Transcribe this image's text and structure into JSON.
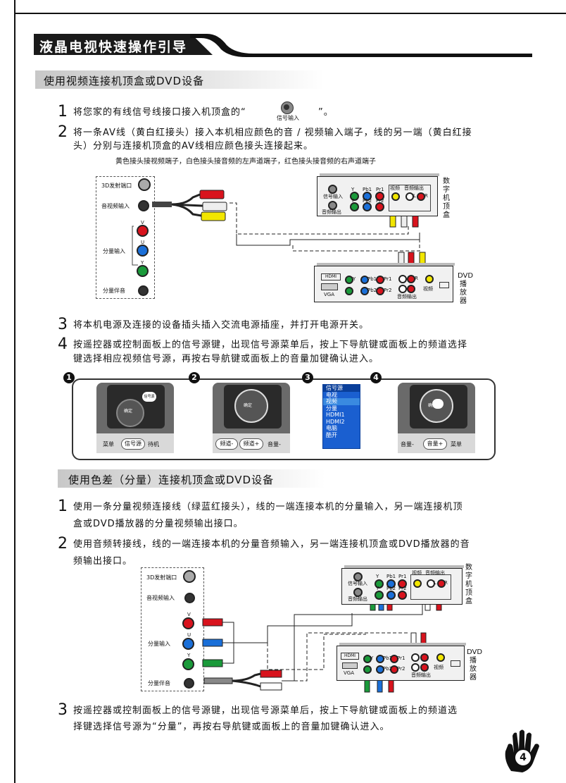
{
  "header": {
    "title": "液晶电视快速操作引导"
  },
  "section1": {
    "title": "使用视频连接机顶盒或DVD设备",
    "steps": [
      {
        "num": "1",
        "text": "将您家的有线信号线接口接入机顶盒的“",
        "text_end": "”。",
        "icon_label": "信号输入"
      },
      {
        "num": "2",
        "line1": "将一条AV线（黄白红接头）接入本机相应颜色的音 / 视频输入端子，线的另一端（黄白红接",
        "line2": "头）分别与连接机顶盒的AV线相应颜色接头连接起来。"
      },
      {
        "num": "3",
        "text": "将本机电源及连接的设备插头插入交流电源插座，并打开电源开关。"
      },
      {
        "num": "4",
        "line1": "按遥控器或控制面板上的信号源键，出现信号源菜单后，按上下导航键或面板上的频道选择",
        "line2": "键选择相应视频信号源，再按右导航键或面板上的音量加键确认进入。"
      }
    ],
    "note": "黄色接头接视频端子，白色接头接音频的左声道端子，红色接头接音频的右声道端子"
  },
  "tv_panel": {
    "port_3d": "3D发射端口",
    "av_in": "音视频输入",
    "component_in": "分量输入",
    "component_audio": "分量伴音",
    "y": "Y",
    "u": "U",
    "v": "V"
  },
  "stb": {
    "label": "数字机顶盒",
    "signal_in": "信号输入",
    "audio_out": "音频输出",
    "video": "视频",
    "audio_out2": "音频输出",
    "y": "Y",
    "pb1": "Pb1",
    "pr1": "Pr1",
    "y2": "Y",
    "pb2": "Pb2",
    "pr2": "Pr2",
    "l": "L",
    "r": "R"
  },
  "dvd": {
    "label": "DVD播放器",
    "label_top": "DVD",
    "label_rest": "播放器",
    "hdmi": "HDMI",
    "vga": "VGA",
    "audio_out": "音频输出",
    "video": "视频",
    "y": "Y",
    "pb1": "Pb1",
    "pr1": "Pr1",
    "pb2": "Pb2",
    "pr2": "Pr2",
    "l": "L",
    "r": "R"
  },
  "guide": {
    "markers": [
      "1",
      "2",
      "3",
      "4"
    ],
    "panel1": {
      "btns": [
        "菜单",
        "信号源",
        "待机"
      ],
      "center": "确定",
      "top_btn": "信号源"
    },
    "panel2": {
      "btns": [
        "频道-",
        "频道+",
        "音量-"
      ],
      "center": "确定"
    },
    "menu": {
      "items": [
        "信号源",
        "电视",
        "视频",
        "分量",
        "HDMI1",
        "HDMI2",
        "电脑",
        "酷开"
      ]
    },
    "panel4": {
      "btns": [
        "音量-",
        "音量+",
        "菜单"
      ],
      "center": "确定"
    }
  },
  "section2": {
    "title": "使用色差（分量）连接机顶盒或DVD设备",
    "steps": [
      {
        "num": "1",
        "line1": "使用一条分量视频连接线（绿蓝红接头），线的一端连接本机的分量输入，另一端连接机顶",
        "line2": "盒或DVD播放器的分量视频输出接口。"
      },
      {
        "num": "2",
        "line1": "使用音频转接线，线的一端连接本机的分量音频输入，另一端连接机顶盒或DVD播放器的音",
        "line2": "频输出接口。"
      },
      {
        "num": "3",
        "line1": "按遥控器或控制面板上的信号源键，出现信号源菜单后，按上下导航键或面板上的频道选",
        "line2": "择键选择信号源为“分量”，再按右导航键或面板上的音量加键确认进入。"
      }
    ]
  },
  "page": {
    "number": "4"
  },
  "colors": {
    "yellow": "#f2e600",
    "white": "#ffffff",
    "red": "#d8131d",
    "green": "#1a9a3a",
    "blue": "#1a6fd8",
    "menu_blue": "#1a5fd0"
  }
}
